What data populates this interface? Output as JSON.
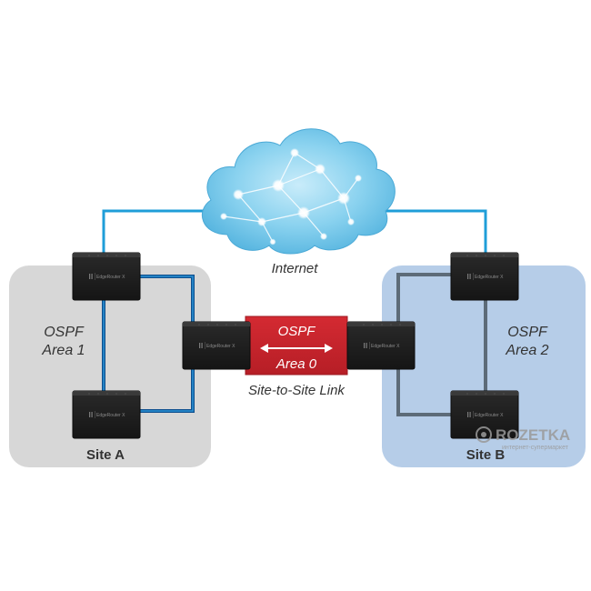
{
  "internet": {
    "label": "Internet"
  },
  "site_a": {
    "label": "Site A",
    "area_line1": "OSPF",
    "area_line2": "Area 1"
  },
  "site_b": {
    "label": "Site B",
    "area_line1": "OSPF",
    "area_line2": "Area 2"
  },
  "link": {
    "line1": "OSPF",
    "line2": "Area 0",
    "caption": "Site-to-Site Link"
  },
  "router": {
    "model": "EdgeRouter X"
  },
  "watermark": {
    "brand": "ROZETKA",
    "tagline": "интернет-супермаркет"
  },
  "colors": {
    "link_blue": "#1f9ed8",
    "site_a_bg": "#d7d7d7",
    "site_b_bg": "#b6cde8",
    "area0_red": "#c9242d",
    "router_body": "#1f1f1f",
    "cloud": "#6fc2e6"
  }
}
